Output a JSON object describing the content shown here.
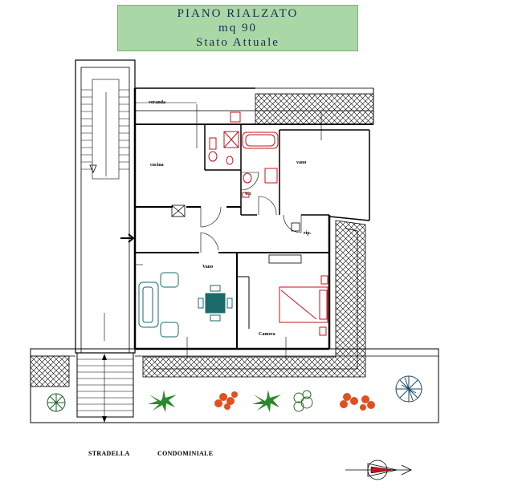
{
  "header": {
    "line1": "PIANO  RIALZATO",
    "line2": "mq 90",
    "line3": "Stato Attuale"
  },
  "rooms": {
    "veranda": "veranda",
    "cucina": "cucina",
    "vano_right": "vano",
    "wc": "w.c",
    "rip": "rip.",
    "vano_left": "Vano",
    "camera": "Camera"
  },
  "street": {
    "left": "STRADELLA",
    "right": "CONDOMINIALE"
  },
  "colors": {
    "title_bg": "#a9d8a6",
    "title_text": "#1e2a4e",
    "fixtures": "#c0141c",
    "furniture": "#1a6a6a",
    "plants": "#2a8a2a",
    "flowers": "#e05020"
  },
  "icons": {
    "entrance_arrow": "arrow-right-icon",
    "stair_arrow": "arrow-down-icon",
    "north_arrow": "compass-arrow-icon"
  }
}
